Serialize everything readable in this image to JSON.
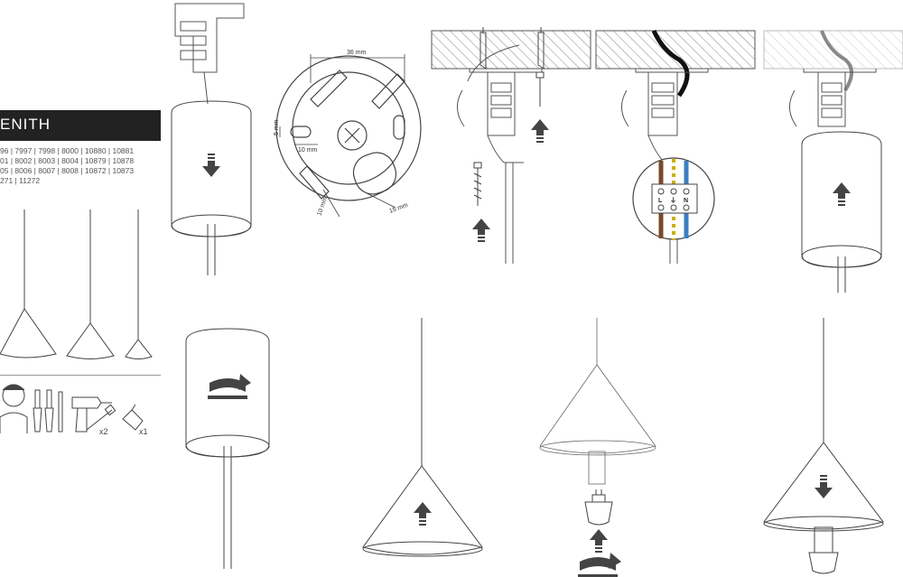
{
  "product": {
    "title": "ENITH",
    "code_lines": [
      "96 | 7997 | 7998 | 8000 | 10880 | 10881",
      "01 | 8002 | 8003 | 8004 | 10879 | 10878",
      "05 | 8006 | 8007 | 8008 | 10872 | 10873",
      "271 | 11272"
    ]
  },
  "dimensions": {
    "width": "36 mm",
    "slot_height": "5 mm",
    "slot_width": "10 mm",
    "oval_width": "15 mm",
    "oval_height": "10 mm"
  },
  "tools": {
    "screws_qty": "x2",
    "bulb_qty": "x1"
  },
  "terminal": {
    "live": "L",
    "neutral": "N",
    "earth": "⏚"
  },
  "colors": {
    "ink": "#222222",
    "wire_brown": "#7a4a2a",
    "wire_blue": "#3a7fc1",
    "wire_earth_yellow": "#c9b100",
    "hatch": "#888888"
  }
}
